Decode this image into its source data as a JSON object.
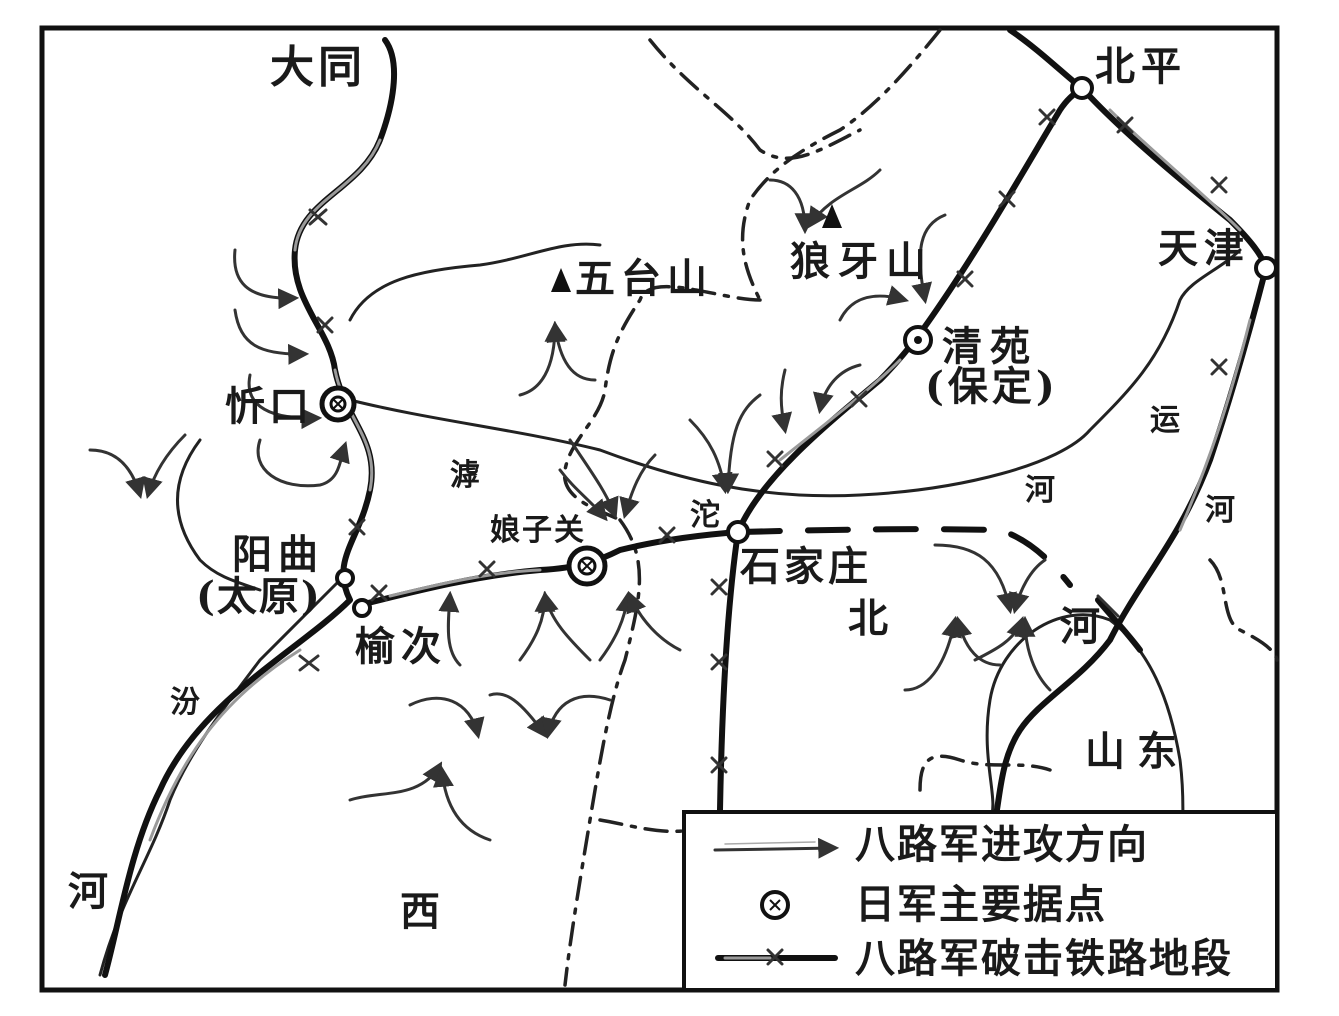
{
  "places": {
    "datong": "大同",
    "beiping": "北平",
    "tianjin": "天津",
    "wutaishan": "五台山",
    "langyashan": "狼牙山",
    "qingyuan": "清苑",
    "baoding": "(保定)",
    "xinkou": "忻口",
    "yangqu": "阳曲",
    "taiyuan": "(太原)",
    "yuci": "榆次",
    "niangziguan": "娘子关",
    "shijiazhuang": "石家庄",
    "shandong": "山东"
  },
  "regions": {
    "hutuo_hu": "滹",
    "hutuo_tuo": "沱",
    "hutuo_river": "河",
    "yun_canal_1": "运",
    "yun_canal_2": "河",
    "hebei_bei": "北",
    "hebei_he": "河",
    "fen_fen": "汾",
    "fen_river": "河",
    "shanxi_xi": "西"
  },
  "legend": {
    "attack_direction": "八路军进攻方向",
    "japanese_stronghold": "日军主要据点",
    "destroyed_railway": "八路军破击铁路地段"
  },
  "symbols": {
    "mountain_icon": "mountain-triangle-icon",
    "stronghold_icon": "stronghold-circle-x-icon",
    "station_icon": "station-circle-icon",
    "attack_arrow_icon": "attack-arrow-icon",
    "destroyed_rail_icon": "destroyed-rail-icon"
  }
}
